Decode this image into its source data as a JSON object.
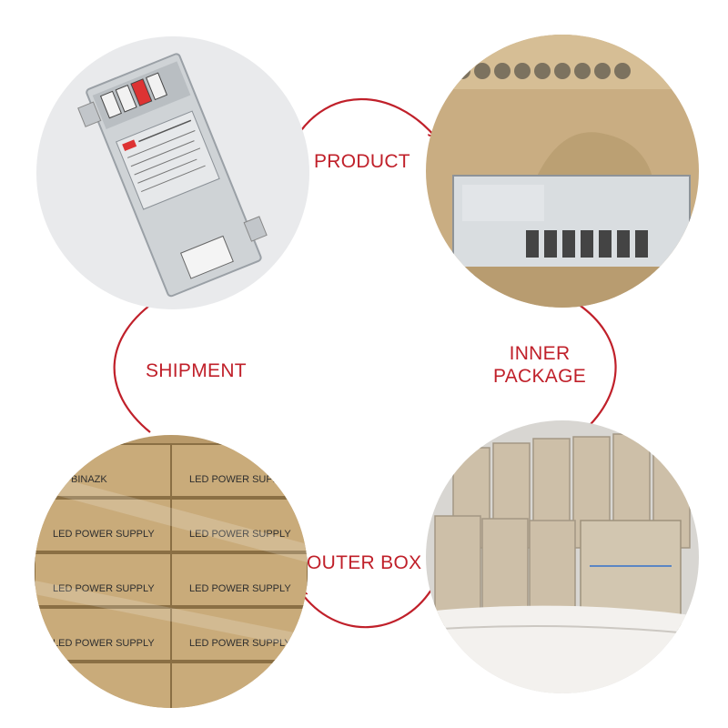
{
  "labels": {
    "product": "PRODUCT",
    "inner_line1": "INNER",
    "inner_line2": "PACKAGE",
    "outer_box": "OUTER BOX",
    "shipment": "SHIPMENT"
  },
  "box_print": {
    "brand": "BINAZK",
    "line": "LED POWER SUPPLY"
  },
  "colors": {
    "accent": "#c0202a",
    "cardboard": "#c9ad82",
    "metal": "#cfd3d6",
    "background": "#ffffff"
  }
}
